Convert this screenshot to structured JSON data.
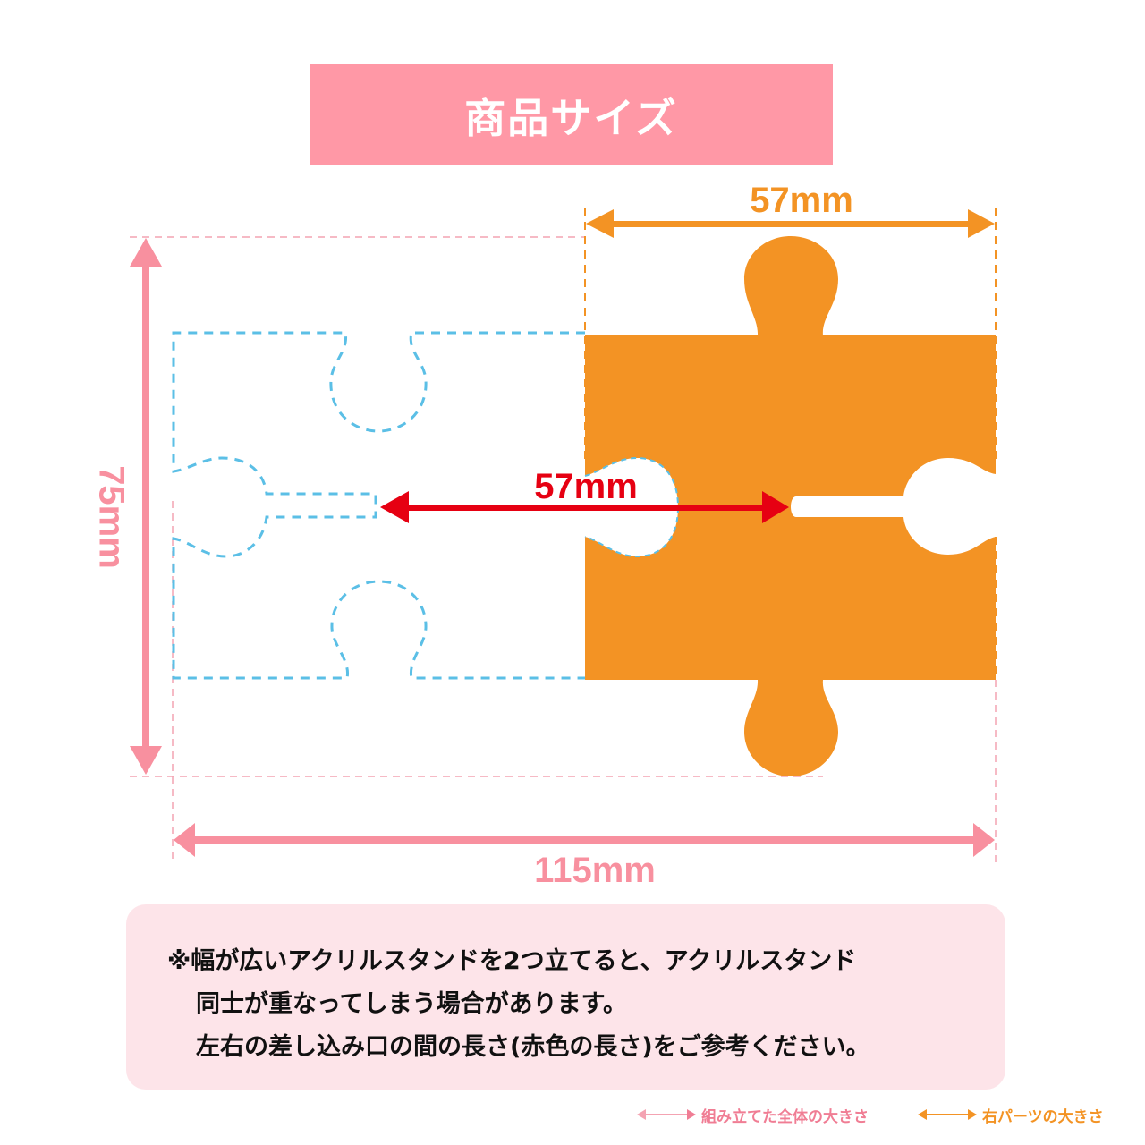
{
  "title": "商品サイズ",
  "dimensions": {
    "right_part_width": "57mm",
    "slot_distance": "57mm",
    "total_height": "75mm",
    "total_width": "115mm"
  },
  "note": {
    "line1": "※幅が広いアクリルスタンドを2つ立てると、アクリルスタンド",
    "line2": "同士が重なってしまう場合があります。",
    "line3": "左右の差し込み口の間の長さ(赤色の長さ)をご参考ください。"
  },
  "legend": {
    "total": {
      "label": "組み立てた全体の大きさ",
      "color": "#f07d94"
    },
    "right_part": {
      "label": "右パーツの大きさ",
      "color": "#f39324"
    }
  },
  "colors": {
    "banner": "#ff98a6",
    "orange": "#f39324",
    "pink": "#f8909f",
    "red": "#e60012",
    "blue_dash": "#5bbfe6",
    "note_bg": "#fde4e9"
  },
  "icons": [
    "double-arrow-icon"
  ]
}
